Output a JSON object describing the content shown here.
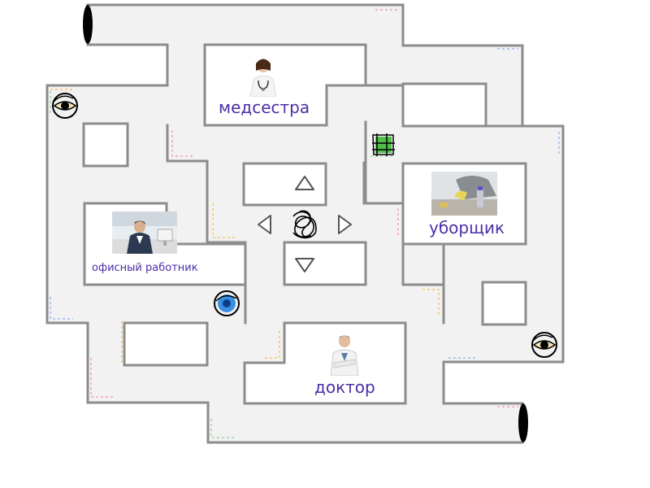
{
  "game": {
    "theme_colors": {
      "corridor_fill": "#f2f2f2",
      "wall_stroke": "#8c8c8c",
      "room_fill": "#ffffff",
      "label_color": "#4a2fa8",
      "accent_dash": [
        "#f2a0c0",
        "#f7c36a",
        "#9fd3a0",
        "#9fb8f0"
      ]
    },
    "rooms": {
      "nurse": {
        "label": "медсестра",
        "photo": "nurse-photo"
      },
      "office": {
        "label": "офисный работник",
        "photo": "office-worker-photo"
      },
      "cleaner": {
        "label": "уборщик",
        "photo": "cleaner-photo"
      },
      "doctor": {
        "label": "доктор",
        "photo": "doctor-photo"
      }
    },
    "controls": {
      "up": "arrow-up-icon",
      "left": "arrow-left-icon",
      "right": "arrow-right-icon",
      "down": "arrow-down-icon"
    },
    "tokens": {
      "player": "scribble-player-icon",
      "eye_enemy": "eye-icon",
      "green_enemy": "green-scribble-icon",
      "blue_enemy": "blue-eye-icon"
    }
  }
}
